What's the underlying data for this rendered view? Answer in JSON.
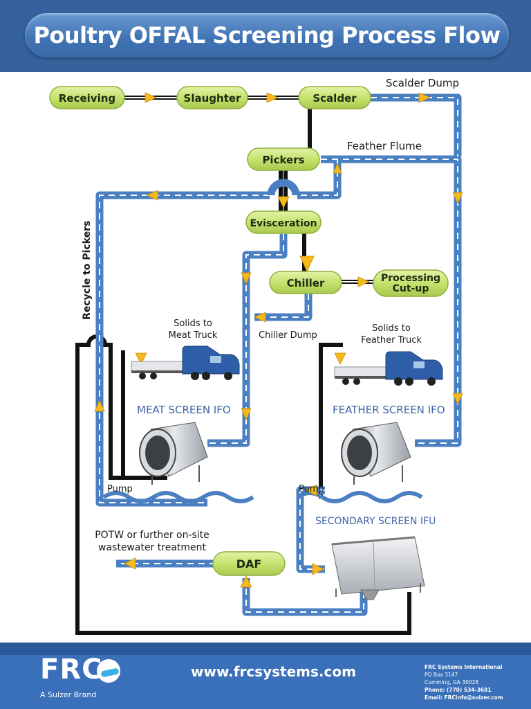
{
  "title": "Poultry OFFAL Screening Process Flow",
  "nodes": {
    "receiving": "Receiving",
    "slaughter": "Slaughter",
    "scalder": "Scalder",
    "pickers": "Pickers",
    "evisceration": "Evisceration",
    "chiller": "Chiller",
    "processing_line1": "Processing",
    "processing_line2": "Cut-up",
    "daf": "DAF"
  },
  "labels": {
    "scalder_dump": "Scalder Dump",
    "feather_flume": "Feather Flume",
    "recycle_to_pickers": "Recycle to Pickers",
    "chiller_dump": "Chiller Dump",
    "solids_meat_line1": "Solids to",
    "solids_meat_line2": "Meat Truck",
    "solids_feather_line1": "Solids to",
    "solids_feather_line2": "Feather Truck",
    "meat_screen": "MEAT SCREEN IFO",
    "feather_screen": "FEATHER SCREEN IFO",
    "secondary_screen": "SECONDARY SCREEN IFU",
    "pump_left": "Pump",
    "pump_right": "Pump",
    "potw_line1": "POTW or further on-site",
    "potw_line2": "wastewater treatment"
  },
  "footer": {
    "logo": "FRC",
    "brand": "A Sulzer Brand",
    "website": "www.frcsystems.com",
    "company": "FRC Systems International",
    "po_box": "PO Box 3147",
    "city": "Cumming, GA 30028",
    "phone_label": "Phone:",
    "phone": "(770) 534-3681",
    "email_label": "Email:",
    "email": "FRCinfo@sulzer.com"
  },
  "colors": {
    "header": "#35629d",
    "water_pipe": "#4a7fc1",
    "node_fill": "#c9e67a",
    "arrow": "#f5b91e",
    "footer": "#3a6fb9",
    "screen_label": "#3d66a6"
  }
}
